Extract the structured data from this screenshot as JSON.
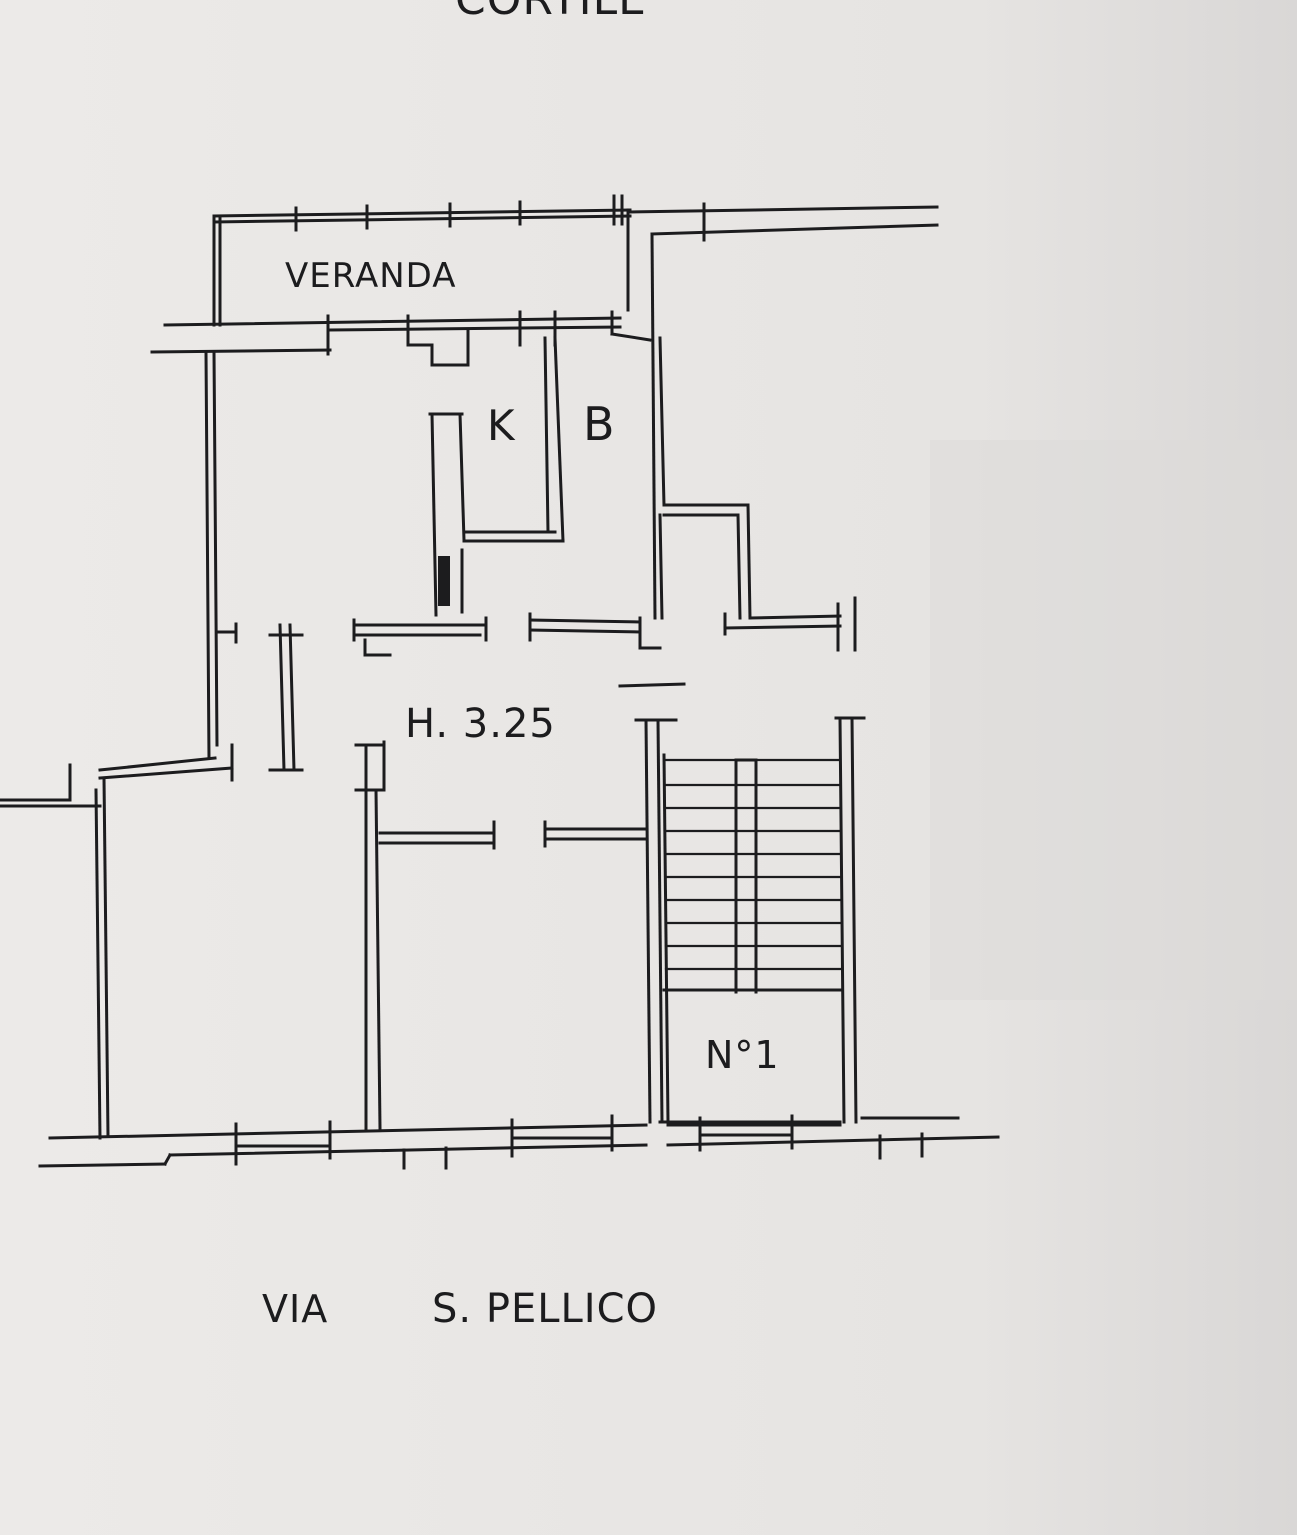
{
  "plan": {
    "top_label": "CORTILE",
    "veranda_label": "VERANDA",
    "kitchen_label": "K",
    "bath_label": "B",
    "height_label": "H. 3.25",
    "stair_label": "N°1",
    "street_label_via": "VIA",
    "street_label_name": "S. PELLICO"
  },
  "colors": {
    "paper": "#e9e7e5",
    "ink": "#1c1c1e"
  }
}
